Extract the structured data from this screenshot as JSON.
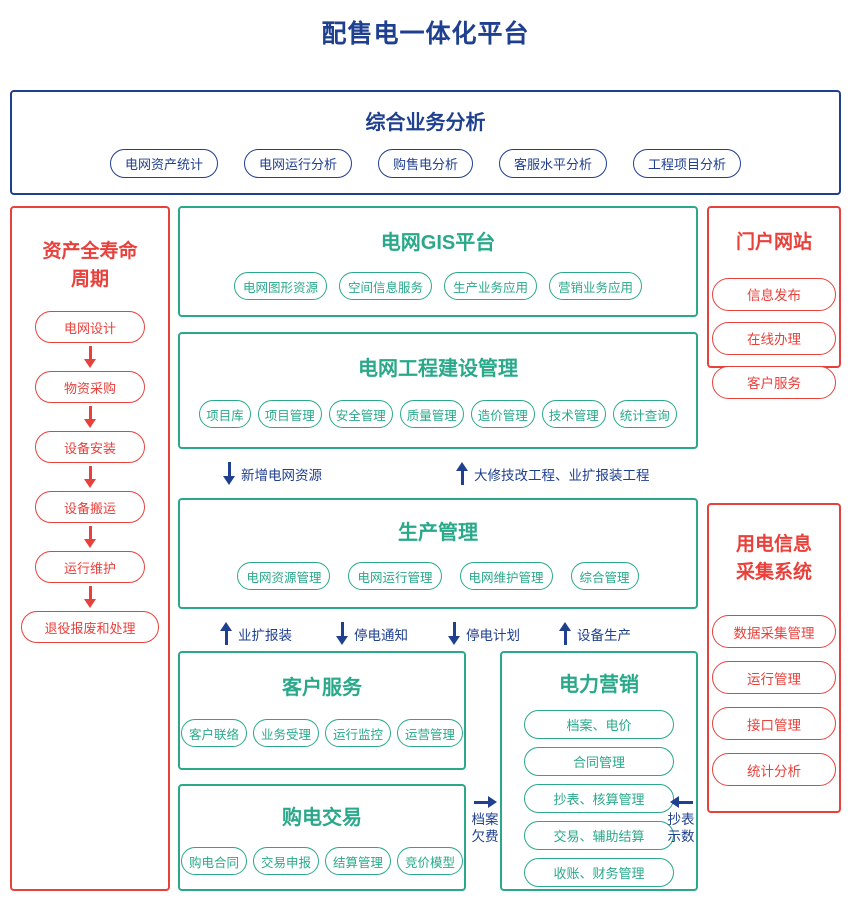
{
  "title": "配售电一体化平台",
  "colors": {
    "blue": "#1f3f8f",
    "green": "#2aa98a",
    "red": "#e8413c"
  },
  "top_section": {
    "title": "综合业务分析",
    "items": [
      "电网资产统计",
      "电网运行分析",
      "购售电分析",
      "客服水平分析",
      "工程项目分析"
    ]
  },
  "left_column": {
    "title": "资产全寿命\n周期",
    "title_line1": "资产全寿命",
    "title_line2": "周期",
    "steps": [
      "电网设计",
      "物资采购",
      "设备安装",
      "设备搬运",
      "运行维护",
      "退役报废和处理"
    ]
  },
  "gis": {
    "title": "电网GIS平台",
    "items": [
      "电网图形资源",
      "空间信息服务",
      "生产业务应用",
      "营销业务应用"
    ]
  },
  "project": {
    "title": "电网工程建设管理",
    "items": [
      "项目库",
      "项目管理",
      "安全管理",
      "质量管理",
      "造价管理",
      "技术管理",
      "统计查询"
    ]
  },
  "connectors_upper": [
    {
      "direction": "down",
      "label": "新增电网资源"
    },
    {
      "direction": "up",
      "label": "大修技改工程、业扩报装工程"
    }
  ],
  "produce": {
    "title": "生产管理",
    "items": [
      "电网资源管理",
      "电网运行管理",
      "电网维护管理",
      "综合管理"
    ]
  },
  "connectors_lower": [
    {
      "direction": "up",
      "label": "业扩报装"
    },
    {
      "direction": "down",
      "label": "停电通知"
    },
    {
      "direction": "down",
      "label": "停电计划"
    },
    {
      "direction": "up",
      "label": "设备生产"
    }
  ],
  "customer_service": {
    "title": "客户服务",
    "items": [
      "客户联络",
      "业务受理",
      "运行监控",
      "运营管理"
    ]
  },
  "power_purchase": {
    "title": "购电交易",
    "items": [
      "购电合同",
      "交易申报",
      "结算管理",
      "竞价模型"
    ]
  },
  "marketing": {
    "title": "电力营销",
    "items": [
      "档案、电价",
      "合同管理",
      "抄表、核算管理",
      "交易、辅助结算",
      "收账、财务管理"
    ]
  },
  "side_arrows": {
    "left": {
      "direction": "right",
      "line1": "档案",
      "line2": "欠费"
    },
    "right": {
      "direction": "left",
      "line1": "抄表",
      "line2": "示数"
    }
  },
  "portal": {
    "title": "门户网站",
    "items": [
      "信息发布",
      "在线办理",
      "客户服务"
    ]
  },
  "collect": {
    "title_line1": "用电信息",
    "title_line2": "采集系统",
    "items": [
      "数据采集管理",
      "运行管理",
      "接口管理",
      "统计分析"
    ]
  }
}
